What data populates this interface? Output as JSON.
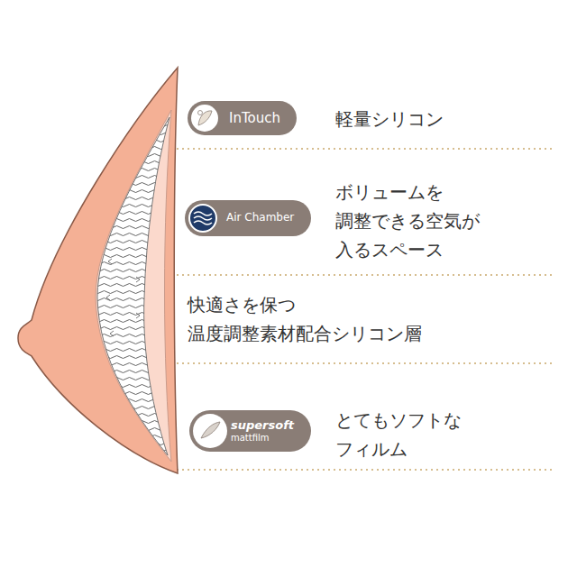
{
  "diagram": {
    "nodes": [
      {
        "text": [
          "InTouch"
        ]
      },
      {
        "text": [
          "Air Chamber"
        ]
      },
      {
        "text": [
          "supersoft",
          "mattfilm"
        ]
      }
    ],
    "labels": [
      "軽量シリコン",
      "ボリュームを 調整できる空気が 入るスペース",
      "快適さを保つ 温度調整素材配合シリコン層",
      "とてもソフトな フィルム"
    ]
  }
}
